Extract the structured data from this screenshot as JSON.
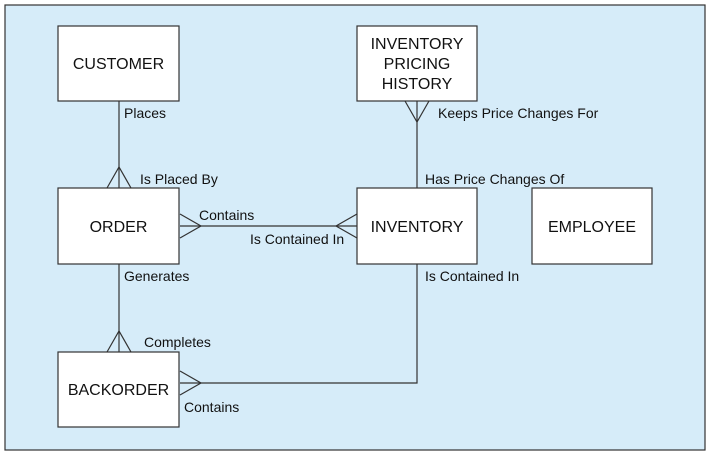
{
  "entities": {
    "customer": "CUSTOMER",
    "order": "ORDER",
    "backorder": "BACKORDER",
    "inventory": "INVENTORY",
    "employee": "EMPLOYEE",
    "inventory_pricing_history": [
      "INVENTORY",
      "PRICING",
      "HISTORY"
    ]
  },
  "relationships": {
    "places": "Places",
    "is_placed_by": "Is Placed By",
    "contains_order_inventory": "Contains",
    "is_contained_in_order": "Is Contained In",
    "generates": "Generates",
    "completes": "Completes",
    "contains_backorder": "Contains",
    "is_contained_in_backorder": "Is Contained In",
    "keeps_price_changes_for": "Keeps Price Changes For",
    "has_price_changes_of": "Has Price Changes Of"
  },
  "colors": {
    "background": "#d6ecf9",
    "border": "#333333",
    "entity_fill": "#ffffff",
    "line": "#333333"
  }
}
